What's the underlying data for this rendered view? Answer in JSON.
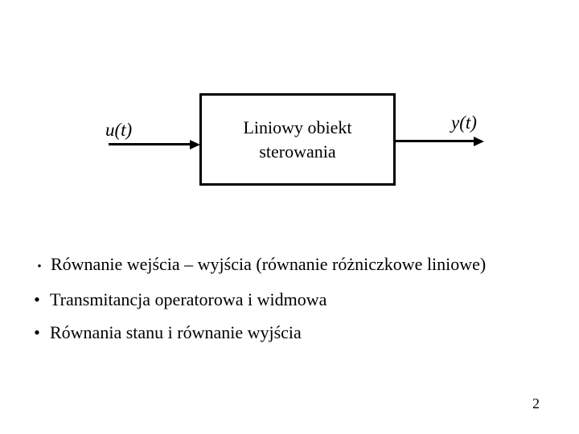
{
  "slide": {
    "diagram": {
      "input_label": "u(t)",
      "output_label": "y(t)",
      "block_label_line1": "Liniowy obiekt",
      "block_label_line2": "sterowania"
    },
    "bullets": [
      {
        "marker": "•",
        "text": "Równanie wejścia – wyjścia (równanie różniczkowe liniowe)"
      },
      {
        "marker": "•",
        "text": "Transmitancja operatorowa i widmowa"
      },
      {
        "marker": "•",
        "text": "Równania stanu i równanie wyjścia"
      }
    ],
    "page_number": "2",
    "colors": {
      "background": "#ffffff",
      "ink": "#000000"
    }
  }
}
